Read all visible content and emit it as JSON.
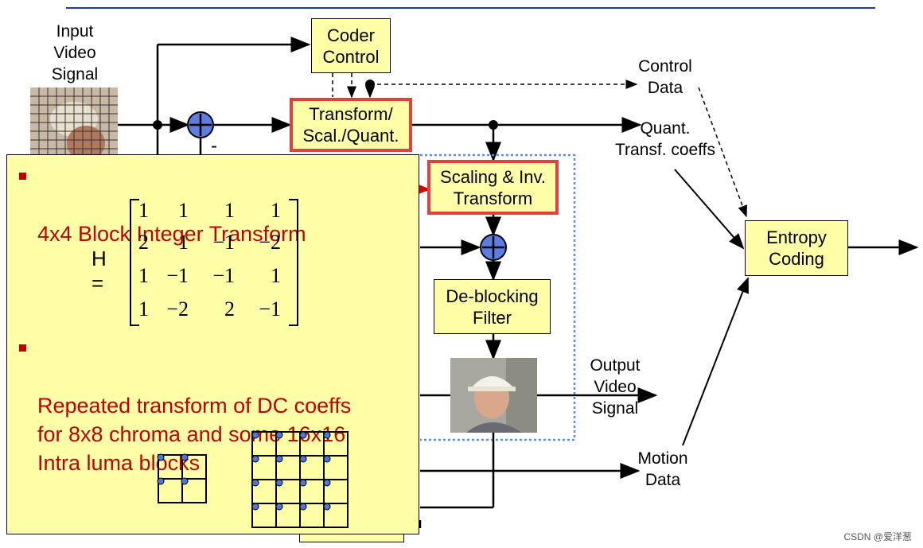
{
  "labels": {
    "input": "Input\nVideo\nSignal",
    "control_data": "Control\nData",
    "quant_coeffs": "Quant.\nTransf. coeffs",
    "output": "Output\nVideo\nSignal",
    "motion": "Motion\nData",
    "minus": "-"
  },
  "blocks": {
    "coder_control": "Coder\nControl",
    "transform": "Transform/\nScal./Quant.",
    "scaling": "Scaling & Inv.\nTransform",
    "deblocking": "De-blocking\nFilter",
    "entropy": "Entropy\nCoding"
  },
  "panel": {
    "bullet1": "4x4 Block Integer Transform",
    "bullet2": "Repeated transform of DC coeffs\nfor 8x8 chroma and some 16x16\nIntra luma blocks",
    "matrix_symbol": "H =",
    "matrix": [
      [
        "1",
        "1",
        "1",
        "1"
      ],
      [
        "2",
        "1",
        "−1",
        "−2"
      ],
      [
        "1",
        "−1",
        "−1",
        "1"
      ],
      [
        "1",
        "−2",
        "2",
        "−1"
      ]
    ]
  },
  "watermark": "CSDN @爱洋葱",
  "colors": {
    "block_fill": "#ffffa8",
    "highlight": "#e04040",
    "bullet_text": "#c00000",
    "adder": "#5b7fe0",
    "dotted_box": "#5b8fef",
    "rule": "#1f3aa0"
  }
}
